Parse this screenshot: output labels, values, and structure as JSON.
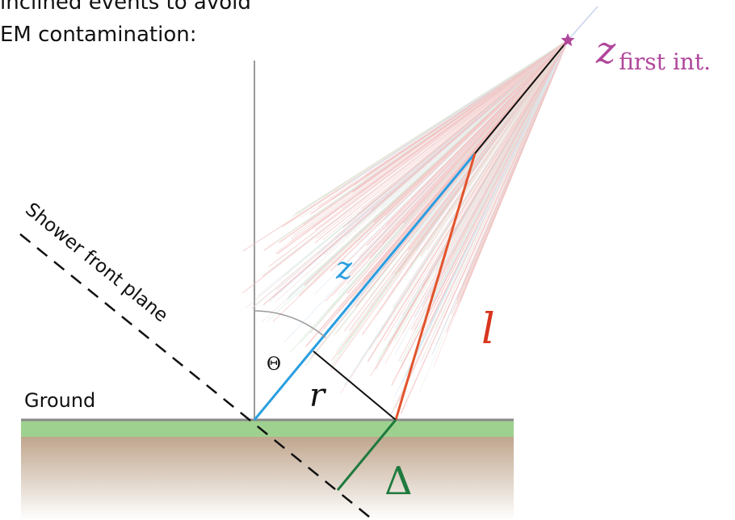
{
  "caption": {
    "line1": "inclined events to avoid",
    "line2": "EM contamination:"
  },
  "labels": {
    "z_first": "z",
    "z_first_sub": "first int.",
    "z": "z",
    "l": "l",
    "r": "r",
    "theta": "Θ",
    "delta": "Δ",
    "ground": "Ground",
    "shower_front_plane": "Shower front plane"
  },
  "colors": {
    "magenta": "#b0479b",
    "z_line": "#2a9ee0",
    "l_line": "#e2542c",
    "delta_line": "#1f7a3e",
    "ground_green": "#9ed18f",
    "shower_pink": "#f4b8b8",
    "axis_grey": "#9a9a9a"
  }
}
